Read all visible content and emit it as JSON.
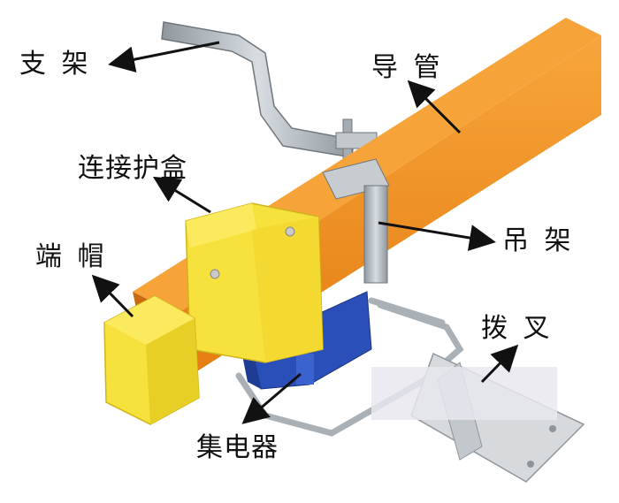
{
  "labels": {
    "bracket": "支 架",
    "guide_tube": "导 管",
    "connector_box": "连接护盒",
    "end_cap": "端 帽",
    "hanger": "吊 架",
    "shift_fork": "拨 叉",
    "collector": "集电器"
  },
  "colors": {
    "tube_top": "#f29a2e",
    "tube_front": "#e9831b",
    "tube_side": "#c96a10",
    "box_yellow": "#f7e13c",
    "box_yellow_shade": "#e2c71f",
    "collector_blue": "#2a4fb8",
    "metal": "#b9c0c6",
    "arrow": "#111111"
  }
}
